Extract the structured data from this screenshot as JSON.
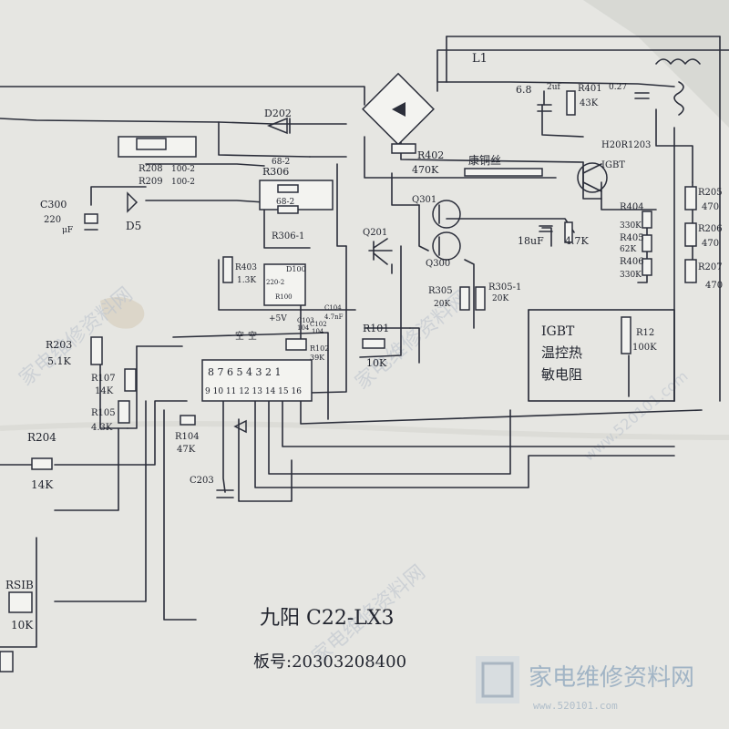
{
  "title": {
    "model": "九阳 C22-LX3",
    "board": "板号:20303208400"
  },
  "watermark": {
    "brand": "家电维修资料网",
    "url": "www.520101.com"
  },
  "labels": {
    "L1": "L1",
    "c_6_8": "6.8",
    "c_2uf": "2uf",
    "R401": "R401",
    "R401_v": "43K",
    "c_0_27": "0.27",
    "D202": "D202",
    "R208": "R208",
    "R208_v": "100-2",
    "R209": "R209",
    "R209_v": "100-2",
    "R402": "R402",
    "R402_v": "470K",
    "kangchao": "康铜丝",
    "IGBT": "IGBT",
    "H20R1203": "H20R1203",
    "C300": "C300",
    "C300_v": "220",
    "C300_u": "μF",
    "D5": "D5",
    "R306": "R306",
    "R306_v": "68-2",
    "R306_v2": "68-2",
    "R306_1": "R306-1",
    "Q301": "Q301",
    "Q300": "Q300",
    "Q201": "Q201",
    "c_18uf": "18uF",
    "r_4_7K": "4.7K",
    "R404": "R404",
    "R404_v": "330K",
    "R405": "R405",
    "R405_v": "62K",
    "R406": "R406",
    "R406_v": "330K",
    "R205": "R205",
    "R205_v": "470",
    "R206": "R206",
    "R206_v": "470",
    "R207": "R207",
    "R207_v": "470",
    "R403": "R403",
    "R403_v": "1.3K",
    "D100": "D100",
    "R100_v": "220-2",
    "R100": "R100",
    "C102": "C102",
    "C102_v": "104",
    "C103": "C103",
    "C103_v": "104",
    "C104": "C104",
    "C104_v": "4.7nF",
    "R305": "R305",
    "R305_v": "20K",
    "R305_1": "R305-1",
    "R305_1_v": "20K",
    "IGBT_therm_1": "IGBT",
    "IGBT_therm_2": "温控热",
    "IGBT_therm_3": "敏电阻",
    "R12": "R12",
    "R12_v": "100K",
    "R101": "R101",
    "R101_v": "10K",
    "R102": "R102",
    "R102_v": "39K",
    "plus5v": "+5V",
    "kong1": "空",
    "kong2": "空",
    "ic_top": "8 7 6 5 4 3 2 1",
    "ic_bottom": "9 10 11 12 13 14 15 16",
    "R203": "R203",
    "R203_v": "5.1K",
    "R107": "R107",
    "R107_v": "14K",
    "R105": "R105",
    "R105_v": "4.3K",
    "R104": "R104",
    "R104_v": "47K",
    "R204": "R204",
    "R204_v": "14K",
    "C203": "C203",
    "RSIB": "RSIB",
    "RSIB_v": "10K"
  }
}
